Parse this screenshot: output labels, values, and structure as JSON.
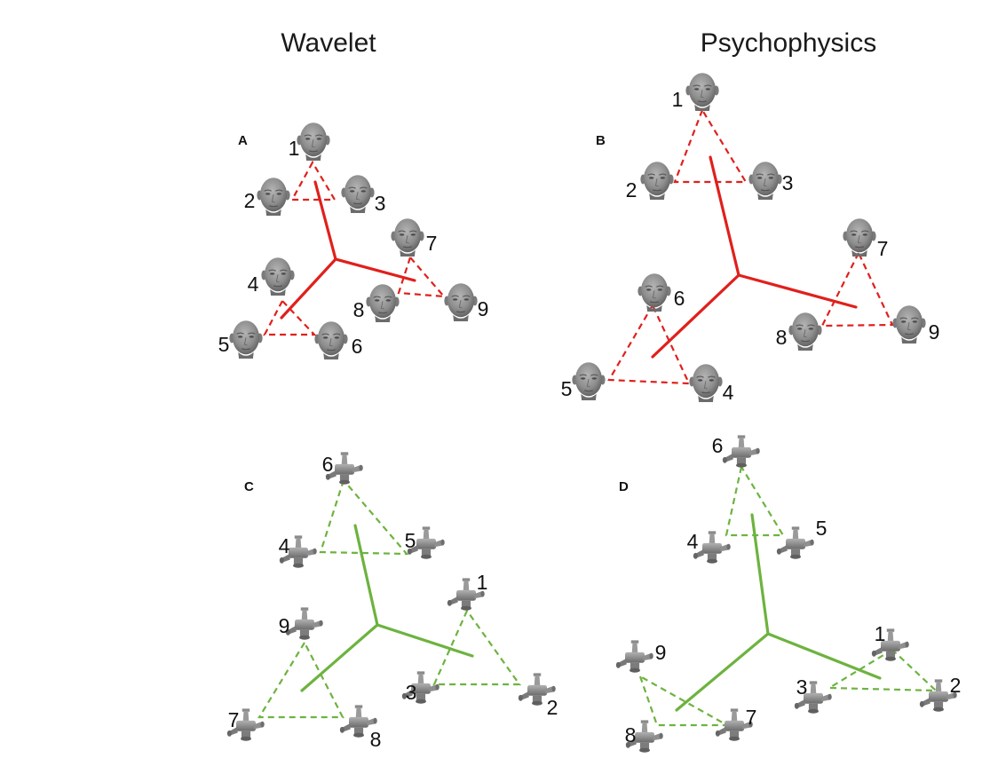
{
  "titles": {
    "left": "Wavelet",
    "right": "Psychophysics"
  },
  "panels": [
    {
      "letter": "A",
      "stimulus": "face",
      "color": "#e0201c",
      "items": [
        {
          "id": "1",
          "label": "1"
        },
        {
          "id": "2",
          "label": "2"
        },
        {
          "id": "3",
          "label": "3"
        },
        {
          "id": "4",
          "label": "4"
        },
        {
          "id": "5",
          "label": "5"
        },
        {
          "id": "6",
          "label": "6"
        },
        {
          "id": "7",
          "label": "7"
        },
        {
          "id": "8",
          "label": "8"
        },
        {
          "id": "9",
          "label": "9"
        }
      ],
      "clusters": [
        [
          "1",
          "2",
          "3"
        ],
        [
          "4",
          "5",
          "6"
        ],
        [
          "7",
          "8",
          "9"
        ]
      ]
    },
    {
      "letter": "B",
      "stimulus": "face",
      "color": "#e0201c",
      "items": [
        {
          "id": "1",
          "label": "1"
        },
        {
          "id": "2",
          "label": "2"
        },
        {
          "id": "3",
          "label": "3"
        },
        {
          "id": "4",
          "label": "4"
        },
        {
          "id": "5",
          "label": "5"
        },
        {
          "id": "6",
          "label": "6"
        },
        {
          "id": "7",
          "label": "7"
        },
        {
          "id": "8",
          "label": "8"
        },
        {
          "id": "9",
          "label": "9"
        }
      ],
      "clusters": [
        [
          "1",
          "2",
          "3"
        ],
        [
          "4",
          "5",
          "6"
        ],
        [
          "7",
          "8",
          "9"
        ]
      ]
    },
    {
      "letter": "C",
      "stimulus": "object",
      "color": "#6db33f",
      "items": [
        {
          "id": "1",
          "label": "1"
        },
        {
          "id": "2",
          "label": "2"
        },
        {
          "id": "3",
          "label": "3"
        },
        {
          "id": "4",
          "label": "4"
        },
        {
          "id": "5",
          "label": "5"
        },
        {
          "id": "6",
          "label": "6"
        },
        {
          "id": "7",
          "label": "7"
        },
        {
          "id": "8",
          "label": "8"
        },
        {
          "id": "9",
          "label": "9"
        }
      ],
      "clusters": [
        [
          "4",
          "5",
          "6"
        ],
        [
          "1",
          "2",
          "3"
        ],
        [
          "7",
          "8",
          "9"
        ]
      ]
    },
    {
      "letter": "D",
      "stimulus": "object",
      "color": "#6db33f",
      "items": [
        {
          "id": "1",
          "label": "1"
        },
        {
          "id": "2",
          "label": "2"
        },
        {
          "id": "3",
          "label": "3"
        },
        {
          "id": "4",
          "label": "4"
        },
        {
          "id": "5",
          "label": "5"
        },
        {
          "id": "6",
          "label": "6"
        },
        {
          "id": "7",
          "label": "7"
        },
        {
          "id": "8",
          "label": "8"
        },
        {
          "id": "9",
          "label": "9"
        }
      ],
      "clusters": [
        [
          "4",
          "5",
          "6"
        ],
        [
          "1",
          "2",
          "3"
        ],
        [
          "7",
          "8",
          "9"
        ]
      ]
    }
  ]
}
